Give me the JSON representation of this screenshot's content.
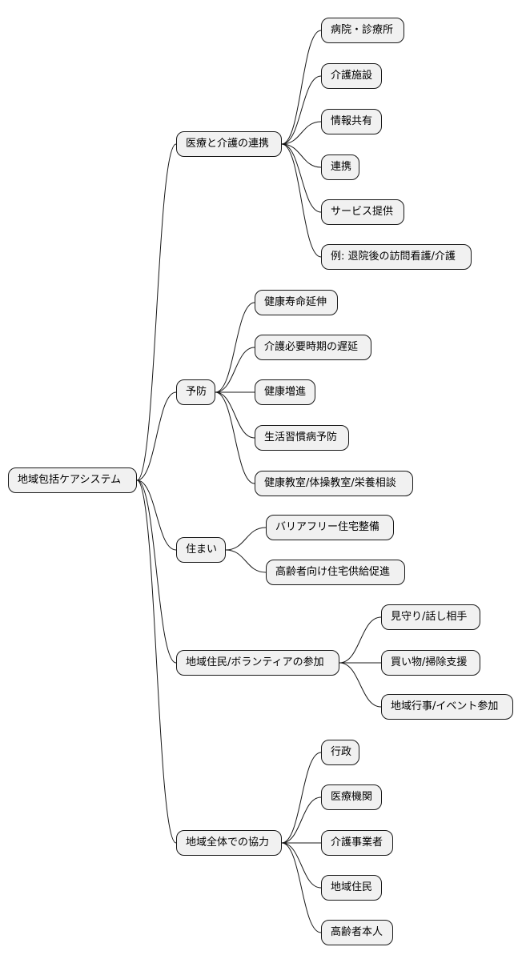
{
  "mindmap": {
    "root": "地域包括ケアシステム",
    "branches": [
      {
        "label": "医療と介護の連携",
        "children": [
          "病院・診療所",
          "介護施設",
          "情報共有",
          "連携",
          "サービス提供",
          "例: 退院後の訪問看護/介護"
        ]
      },
      {
        "label": "予防",
        "children": [
          "健康寿命延伸",
          "介護必要時期の遅延",
          "健康増進",
          "生活習慣病予防",
          "健康教室/体操教室/栄養相談"
        ]
      },
      {
        "label": "住まい",
        "children": [
          "バリアフリー住宅整備",
          "高齢者向け住宅供給促進"
        ]
      },
      {
        "label": "地域住民/ボランティアの参加",
        "children": [
          "見守り/話し相手",
          "買い物/掃除支援",
          "地域行事/イベント参加"
        ]
      },
      {
        "label": "地域全体での協力",
        "children": [
          "行政",
          "医療機関",
          "介護事業者",
          "地域住民",
          "高齢者本人"
        ]
      }
    ]
  },
  "colors": {
    "node_fill": "#f1f1f1",
    "stroke": "#181818"
  }
}
